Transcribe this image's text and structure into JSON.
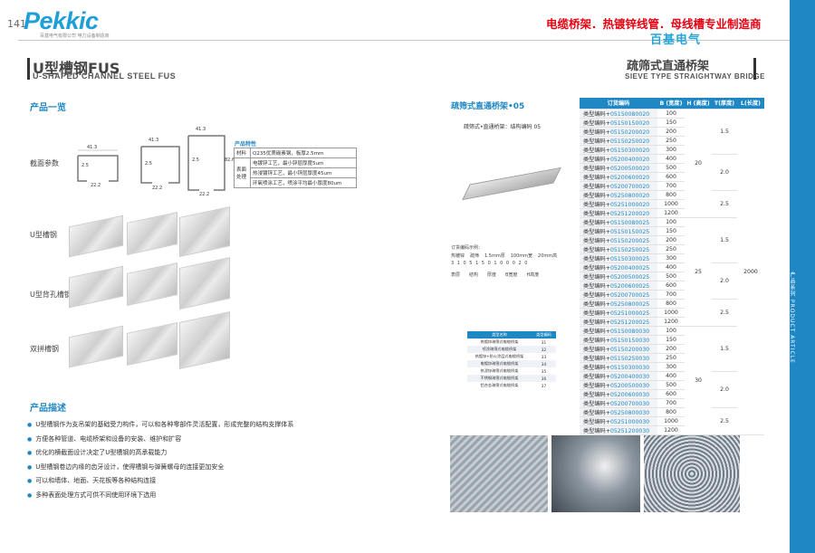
{
  "page_number": "141",
  "logo": {
    "name": "Pekkic",
    "sub": "百基电气有限公司 电力设备制造商"
  },
  "header": {
    "slogan": "电缆桥架．热镀锌线管．母线槽专业制造商",
    "brand": "百基电气"
  },
  "side_tab": "产品系列 PRODUCT ARTICLE",
  "left": {
    "title_cn": "U型槽钢FUS",
    "title_en": "U-SHAPED CHANNEL STEEL FUS",
    "overview_heading": "产品一览",
    "rows": [
      "截面参数",
      "U型槽钢",
      "U型背孔槽钢",
      "双拼槽钢"
    ],
    "dims": [
      {
        "w": "41.3",
        "h": "2.5",
        "b": "22.2"
      },
      {
        "w": "41.3",
        "h": "2.5",
        "b": "22.2"
      },
      {
        "w": "41.3",
        "h": "2.5",
        "b": "22.2",
        "h2": "82.6"
      }
    ],
    "features": {
      "title": "产品特性",
      "rows": [
        {
          "k": "材料",
          "v": "Q235优质碳素钢，板厚2.5mm"
        },
        {
          "k": "表面处理",
          "v": "电镀锌工艺，最小锌层厚度5um"
        },
        {
          "k": "",
          "v": "热浸镀锌工艺，最小锌层厚度45um"
        },
        {
          "k": "",
          "v": "环氧喷涂工艺，喷涂平均最小厚度80um"
        }
      ]
    },
    "desc_heading": "产品描述",
    "desc_items": [
      "U型槽钢作为支吊架的基础受力构件，可以和各种零部件灵活配置，形成完整的结构支撑体系",
      "方便各种管道、电缆桥架和设备的安装、维护和扩容",
      "优化的横截面设计决定了U型槽钢的高承载能力",
      "U型槽钢卷边内缘的齿牙设计，使得槽钢与弹簧螺母的连接更加安全",
      "可以和墙体、地面、天花板等各种结构连接",
      "多种表面处理方式可供不同使用环境下选用"
    ]
  },
  "right": {
    "title_cn": "疏筛式直通桥架",
    "title_en": "SIEVE TYPE STRAIGHTWAY BRIDGE",
    "sub_heading": "疏筛式直通桥架•05",
    "code_caption": "疏筛式•直通桥架：结构编码 05",
    "code_diagram": {
      "title": "订货编码示例：",
      "parts": [
        "热镀锌",
        "疏筛",
        "1.5mm厚",
        "100mm宽",
        "20mm高"
      ],
      "sample": "3 1   0 5   1 5   0 1 0 0   0 2 0",
      "labels": [
        "表层",
        "结构",
        "厚度",
        "B宽度",
        "H高度"
      ]
    },
    "mini_table": {
      "headers": [
        "类型名称",
        "类型编码"
      ],
      "rows": [
        [
          "热镀锌疏筛式电缆桥架",
          "31"
        ],
        [
          "喷涂疏筛式电缆桥架",
          "32"
        ],
        [
          "热镀锌+防火涂层式电缆桥架",
          "33"
        ],
        [
          "电镀锌疏筛式电缆桥架",
          "34"
        ],
        [
          "热浸锌疏筛式电缆桥架",
          "35"
        ],
        [
          "不锈钢疏筛式电缆桥架",
          "36"
        ],
        [
          "铝合金疏筛式电缆桥架",
          "37"
        ]
      ]
    },
    "spec_table": {
      "headers": [
        "订货编码",
        "B (宽度)",
        "H (高度)",
        "T(厚度)",
        "L(长度)"
      ],
      "prefix": "类型编码+",
      "rows": [
        [
          "05150080020",
          "100"
        ],
        [
          "05150150020",
          "150"
        ],
        [
          "05150200020",
          "200"
        ],
        [
          "05150250020",
          "250"
        ],
        [
          "05150300020",
          "300"
        ],
        [
          "05200400020",
          "400"
        ],
        [
          "05200500020",
          "500"
        ],
        [
          "05200600020",
          "600"
        ],
        [
          "05200700020",
          "700"
        ],
        [
          "05250800020",
          "800"
        ],
        [
          "05251000020",
          "1000"
        ],
        [
          "05251200020",
          "1200"
        ],
        [
          "05150080025",
          "100"
        ],
        [
          "05150150025",
          "150"
        ],
        [
          "05150200025",
          "200"
        ],
        [
          "05150250025",
          "250"
        ],
        [
          "05150300025",
          "300"
        ],
        [
          "05200400025",
          "400"
        ],
        [
          "05200500025",
          "500"
        ],
        [
          "05200600025",
          "600"
        ],
        [
          "05200700025",
          "700"
        ],
        [
          "05250800025",
          "800"
        ],
        [
          "05251000025",
          "1000"
        ],
        [
          "05251200025",
          "1200"
        ],
        [
          "05150080030",
          "100"
        ],
        [
          "05150150030",
          "150"
        ],
        [
          "05150200030",
          "200"
        ],
        [
          "05150250030",
          "250"
        ],
        [
          "05150300030",
          "300"
        ],
        [
          "05200400030",
          "400"
        ],
        [
          "05200500030",
          "500"
        ],
        [
          "05200600030",
          "600"
        ],
        [
          "05200700030",
          "700"
        ],
        [
          "05250800030",
          "800"
        ],
        [
          "05251000030",
          "1000"
        ],
        [
          "05251200030",
          "1200"
        ]
      ],
      "h_values": [
        "20",
        "25",
        "30"
      ],
      "t_values": [
        "1.5",
        "2.0",
        "2.5",
        "1.5",
        "2.0",
        "2.5",
        "1.5",
        "2.0",
        "2.5"
      ],
      "l_value": "2000"
    }
  }
}
